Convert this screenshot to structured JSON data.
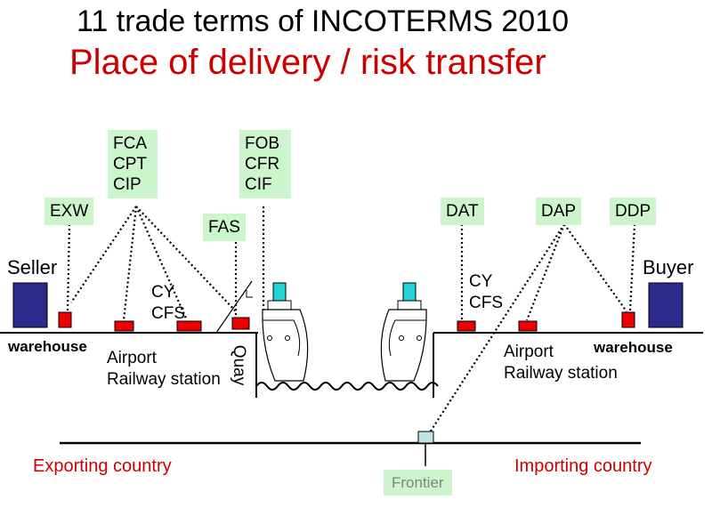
{
  "title": "11 trade terms of INCOTERMS 2010",
  "subtitle": "Place of delivery   / risk transfer",
  "terms": {
    "exw": "EXW",
    "fca_cpt_cip": [
      "FCA",
      "CPT",
      "CIP"
    ],
    "fas": "FAS",
    "fob_cfr_cif": [
      "FOB",
      "CFR",
      "CIF"
    ],
    "dat": "DAT",
    "dap": "DAP",
    "ddp": "DDP"
  },
  "seller": "Seller",
  "buyer": "Buyer",
  "warehouse_left": "warehouse",
  "warehouse_right": "warehouse",
  "cy_left": "CY",
  "cfs_left": "CFS",
  "cy_right": "CY",
  "cfs_right": "CFS",
  "airport_left": "Airport",
  "railway_left": "Railway station",
  "airport_right": "Airport",
  "railway_right": "Railway station",
  "quay": "Quay",
  "exporting": "Exporting country",
  "importing": "Importing country",
  "frontier": "Frontier",
  "colors": {
    "title_red": "#cc0000",
    "term_bg": "#ccf5cc",
    "party_box": "#2b2b8c",
    "point_red": "#ee0000",
    "ship_cyan": "#22d3d3",
    "frontier_box": "#bfe3e3"
  }
}
